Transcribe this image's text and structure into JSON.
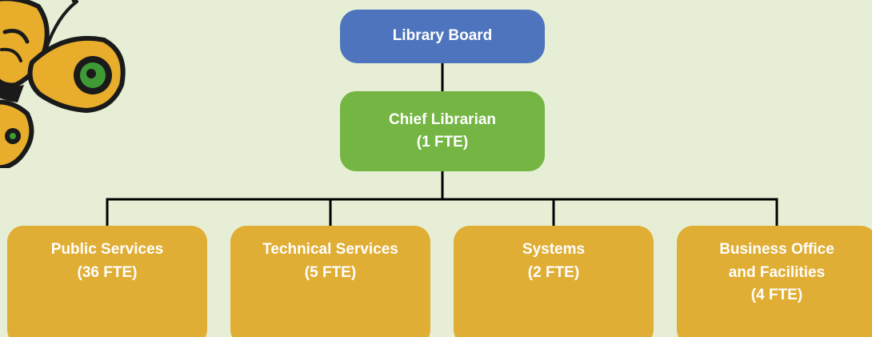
{
  "colors": {
    "background": "#e6efd6",
    "board": "#4d74bd",
    "chief": "#74b543",
    "department": "#e0ae35",
    "connector": "#000000",
    "butterfly_wing": "#e7ad2b",
    "butterfly_outline": "#1a1a1a",
    "butterfly_spot": "#3f9a35"
  },
  "decoration": {
    "icon": "butterfly-icon"
  },
  "org": {
    "board": {
      "lines": [
        "Library Board"
      ]
    },
    "chief": {
      "lines": [
        "Chief Librarian",
        "(1 FTE)"
      ]
    },
    "departments": [
      {
        "lines": [
          "Public Services",
          "(36 FTE)"
        ]
      },
      {
        "lines": [
          "Technical Services",
          "(5 FTE)"
        ]
      },
      {
        "lines": [
          "Systems",
          "(2 FTE)"
        ]
      },
      {
        "lines": [
          "Business Office",
          "and Facilities",
          "(4 FTE)"
        ]
      }
    ]
  }
}
